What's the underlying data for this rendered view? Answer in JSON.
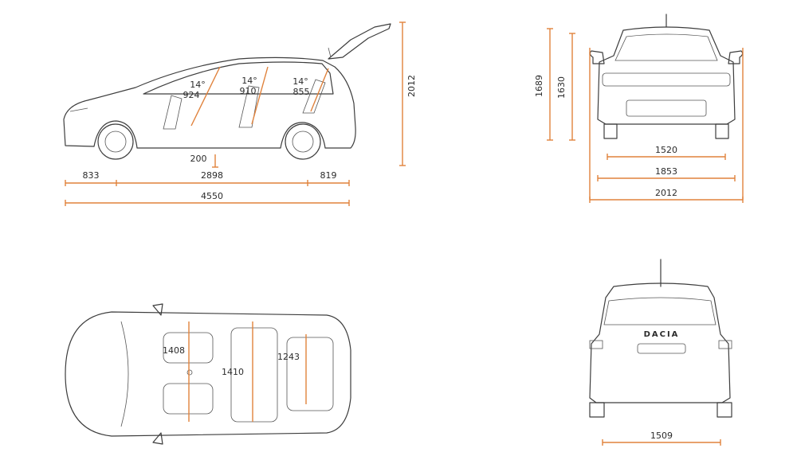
{
  "colors": {
    "accent": "#e0823c",
    "outline": "#3d3d3d",
    "background": "#ffffff"
  },
  "side_view": {
    "angles": [
      "14°",
      "14°",
      "14°"
    ],
    "legroom": [
      "924",
      "910",
      "855"
    ],
    "ground_clearance": "200",
    "front_overhang": "833",
    "wheelbase": "2898",
    "rear_overhang": "819",
    "length": "4550",
    "height_tailgate_open": "2012"
  },
  "front_view": {
    "height_with_rails": "1689",
    "height": "1630",
    "front_track": "1520",
    "width": "1853",
    "width_with_mirrors": "2012"
  },
  "top_view": {
    "row1_width": "1408",
    "row2_width": "1410",
    "row3_width": "1243"
  },
  "rear_view": {
    "brand": "DACIA",
    "rear_track": "1509"
  }
}
